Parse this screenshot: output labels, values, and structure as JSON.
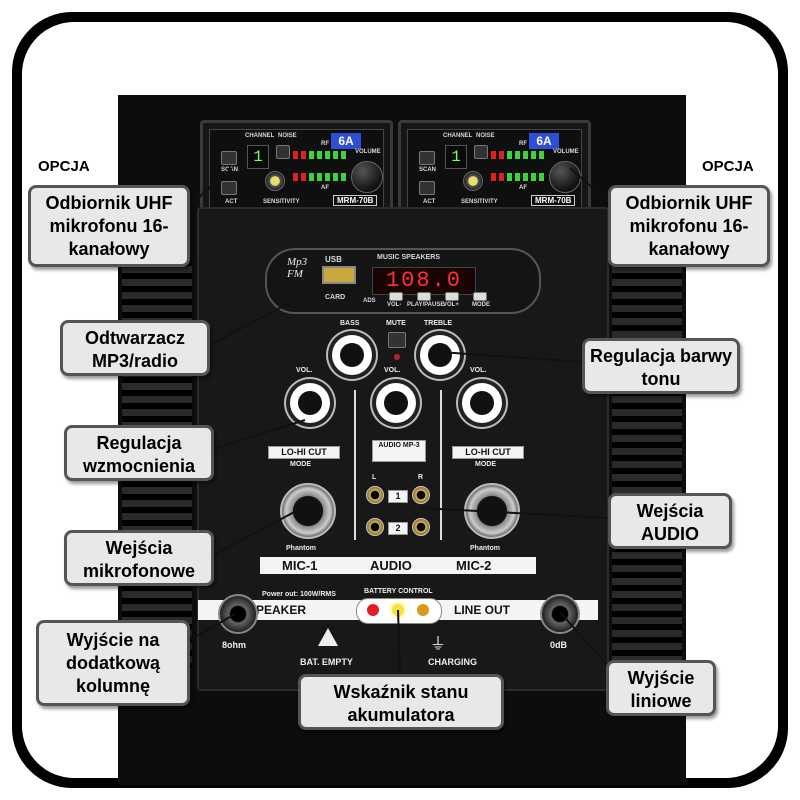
{
  "side_label_left": "OPCJA",
  "side_label_right": "OPCJA",
  "receiver": {
    "channel_label": "CHANNEL",
    "noise_label": "NOISE",
    "rf_label": "RF",
    "af_label": "AF",
    "volume_label": "VOLUME",
    "scan_label": "SCAN",
    "act_label": "ACT",
    "sensitivity_label": "SENSITIVITY",
    "channel_badge": "6A",
    "digit": "1",
    "model": "MRM-70B"
  },
  "mp3": {
    "logo": "Mp3 FM",
    "usb_label": "USB",
    "card_label": "CARD",
    "title": "MUSIC SPEAKERS",
    "display": "108.0",
    "buttons": [
      "VOL-",
      "PLAY/PAUSE",
      "VOL+",
      "MODE"
    ],
    "ads_label": "ADS"
  },
  "panel": {
    "bass_label": "BASS",
    "mute_label": "MUTE",
    "treble_label": "TREBLE",
    "vol_label": "VOL.",
    "audio_mp3_label": "AUDIO MP-3",
    "lohi_label": "LO-HI CUT",
    "mode_label": "MODE",
    "l_label": "L",
    "r_label": "R",
    "ch1": "1",
    "ch2": "2",
    "phantom_label": "Phantom",
    "mic1_label": "MIC-1",
    "audio_label": "AUDIO",
    "mic2_label": "MIC-2",
    "power_label": "Power out: 100W/RMS",
    "battery_control_label": "BATTERY CONTROL",
    "speaker_label": "SPEAKER",
    "line_out_label": "LINE OUT",
    "ohm_label": "8ohm",
    "db_label": "0dB",
    "bat_empty_label": "BAT. EMPTY",
    "charging_label": "CHARGING"
  },
  "callouts": {
    "uhf_left": "Odbiornik UHF mikrofonu 16-kanałowy",
    "uhf_right": "Odbiornik UHF mikrofonu 16-kanałowy",
    "mp3_player": "Odtwarzacz MP3/radio",
    "tone": "Regulacja barwy tonu",
    "gain": "Regulacja wzmocnienia",
    "audio_inputs": "Wejścia AUDIO",
    "mic_inputs": "Wejścia mikrofonowe",
    "speaker_out": "Wyjście na dodatkową kolumnę",
    "battery": "Wskaźnik stanu akumulatora",
    "line_out": "Wyjście liniowe"
  },
  "colors": {
    "callout_bg": "#e8e8e8",
    "panel_bg": "#0d0d0d",
    "led_red": "#e02020",
    "led_yellow": "#f5e23a",
    "led_orange": "#d99a1a"
  }
}
